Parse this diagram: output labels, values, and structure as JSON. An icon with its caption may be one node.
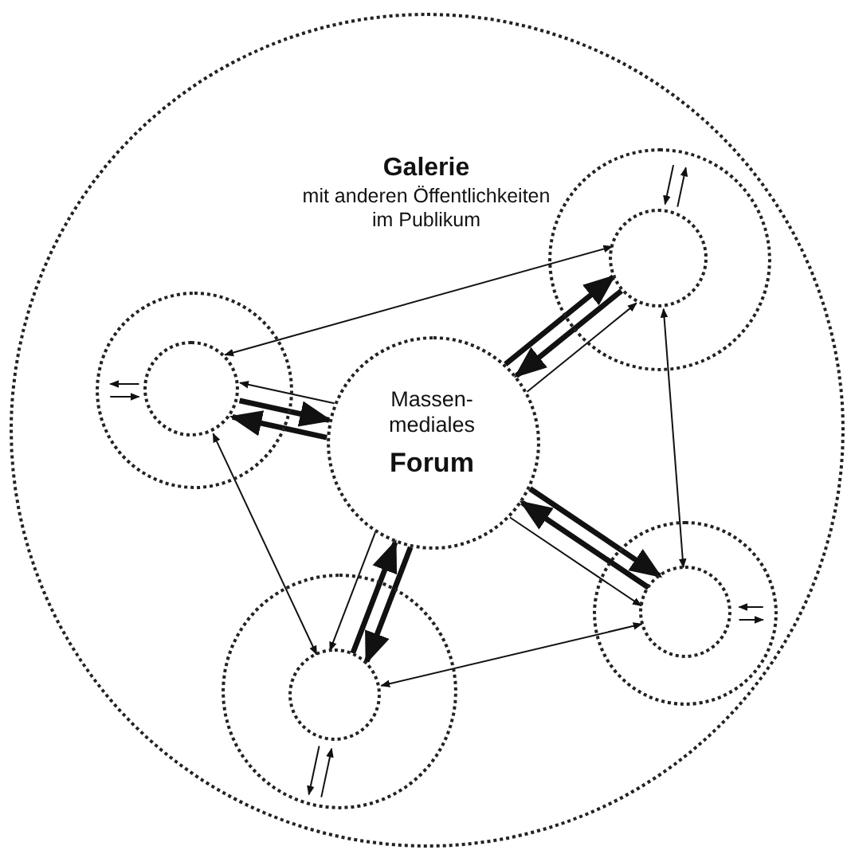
{
  "diagram": {
    "nodes": [
      {
        "text": [
          "Galerie",
          "mit anderen Öffentlichkeiten im Publikum"
        ]
      },
      {
        "text": [
          "Massen- mediales",
          "Forum"
        ],
        "in": 0
      },
      {
        "text": [],
        "shape": "circle",
        "in": 0
      },
      {
        "text": [],
        "shape": "circle",
        "in": 2
      },
      {
        "text": [],
        "shape": "circle",
        "in": 0
      },
      {
        "text": [],
        "shape": "circle",
        "in": 4
      },
      {
        "text": [],
        "shape": "circle",
        "in": 0
      },
      {
        "text": [],
        "shape": "circle",
        "in": 6
      },
      {
        "text": [],
        "shape": "circle",
        "in": 0
      },
      {
        "text": [],
        "shape": "circle",
        "in": 8
      }
    ],
    "edges": [
      {
        "from": 3,
        "to": 1,
        "arrow": "to",
        "style": "thick"
      },
      {
        "from": 1,
        "to": 3,
        "arrow": "to",
        "style": "thick"
      },
      {
        "from": 1,
        "to": 3,
        "arrow": "to"
      },
      {
        "from": 3,
        "to": 5,
        "arrow": "both"
      },
      {
        "from": 3,
        "to": 9,
        "arrow": "both"
      },
      {
        "from": 2,
        "to": 3,
        "arrow": "to"
      },
      {
        "from": 3,
        "to": 2,
        "arrow": "to"
      },
      {
        "from": 5,
        "to": 1,
        "arrow": "to",
        "style": "thick"
      },
      {
        "from": 1,
        "to": 5,
        "arrow": "to",
        "style": "thick"
      },
      {
        "from": 1,
        "to": 5,
        "arrow": "to"
      },
      {
        "from": 5,
        "to": 7,
        "arrow": "both"
      },
      {
        "from": 4,
        "to": 5,
        "arrow": "to"
      },
      {
        "from": 5,
        "to": 4,
        "arrow": "to"
      },
      {
        "from": 7,
        "to": 1,
        "arrow": "to",
        "style": "thick"
      },
      {
        "from": 1,
        "to": 7,
        "arrow": "to",
        "style": "thick"
      },
      {
        "from": 1,
        "to": 7,
        "arrow": "to"
      },
      {
        "from": 7,
        "to": 9,
        "arrow": "both"
      },
      {
        "from": 6,
        "to": 7,
        "arrow": "to"
      },
      {
        "from": 7,
        "to": 6,
        "arrow": "to"
      },
      {
        "from": 1,
        "to": 9,
        "arrow": "to",
        "style": "thick"
      },
      {
        "from": 9,
        "to": 1,
        "arrow": "to",
        "style": "thick"
      },
      {
        "from": 1,
        "to": 9,
        "arrow": "to"
      },
      {
        "from": 8,
        "to": 9,
        "arrow": "to"
      },
      {
        "from": 9,
        "to": 8,
        "arrow": "to"
      }
    ]
  }
}
